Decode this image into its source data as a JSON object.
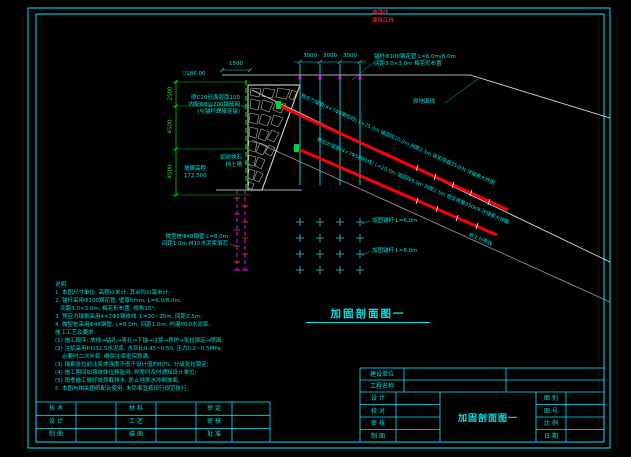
{
  "labels": {
    "title": "加固剖面图一",
    "top_dims": [
      "3000",
      "3000",
      "3000"
    ],
    "wall_top_dim": "1500",
    "left_dims": [
      "2500",
      "4500",
      "4500"
    ],
    "elev_top": "▽186.00",
    "toe_label": "坡脚高程",
    "toe_elev": "172.500",
    "face_note": [
      "喷C20砼面层厚100",
      "内配Φ8@200钢筋网",
      "(与锚杆焊接连接)"
    ],
    "wall_note": [
      "浆砌块石",
      "挡土墙"
    ],
    "pile_note": [
      "微型桩Φ48钢管 L=8.0m",
      "间距1.0m M10水泥浆填芯"
    ],
    "anchor_note": [
      "锚杆Φ100钢花管 L=6.0m/8.0m",
      "间距3.0×3.0m 梅花形布置"
    ],
    "cable1_note": "预应力锚索(4×7Φ5钢绞线) L=25.0m 锚固段10.0m 间距2.5m 锁定荷载350kN 详锚索大样图",
    "cable2_note": "预应力锚索(4×7Φ5钢绞线) L=20.0m 锚固段8.0m 间距2.5m 锁定荷载350kN 详锚索大样图",
    "rock_line_note": "岩土分界线",
    "ground_line_note": "原地面线",
    "grid_note_1": "加固锚杆 L=6.0m",
    "grid_note_2": "加固锚杆 L=8.0m",
    "red_note_1": "坡顶线",
    "red_note_2": "建筑红线"
  },
  "notes": [
    "说明:",
    "1. 本图尺寸单位: 高程以米计, 其余均以毫米计;",
    "2. 锚杆采用Φ100钢花管, 壁厚5mm, L=6.0/8.0m,",
    "   间距3.0×3.0m, 梅花形布置, 倾角15°;",
    "3. 预应力锚索采用4×7Φ5钢绞线, L=20~25m, 间距2.5m;",
    "4. 微型桩采用Φ48钢管, L=8.0m, 间距1.0m, 内灌M10水泥浆;",
    "施工工艺及要求:",
    "(1) 施工顺序: 放线→钻孔→清孔→下锚→注浆→养护→张拉锁定→喷面;",
    "(2) 注浆采用P.O32.5水泥浆, 水灰比0.45~0.50, 压力0.2~0.5MPa,",
    "    必要时二次补浆, 确保注浆密实饱满;",
    "(3) 锚索张拉前注浆体强度不低于设计值的80%, 分级张拉锁定;",
    "(4) 施工期间加强坡体位移监测, 异常时及时通知设计单位;",
    "(5) 雨季施工做好坡顶截排水, 防止地表水冲刷坡面;",
    "5. 本图与相关图纸配合使用, 未尽事宜按现行规范执行。"
  ],
  "signature_table": {
    "rows": [
      [
        "技 术",
        "材 料",
        "审 定"
      ],
      [
        "设 计",
        "工 艺",
        "审 核"
      ],
      [
        "制 图",
        "描 图",
        "批 准"
      ]
    ]
  },
  "titleblock": {
    "owner_label": "建设单位",
    "project_label": "工程名称",
    "left_rows": [
      "设 计",
      "校 对",
      "审 核",
      "制 图"
    ],
    "right_rows": [
      "图 别",
      "图 号",
      "比 例",
      "日 期"
    ],
    "drawing_title": "加固剖面图一"
  }
}
